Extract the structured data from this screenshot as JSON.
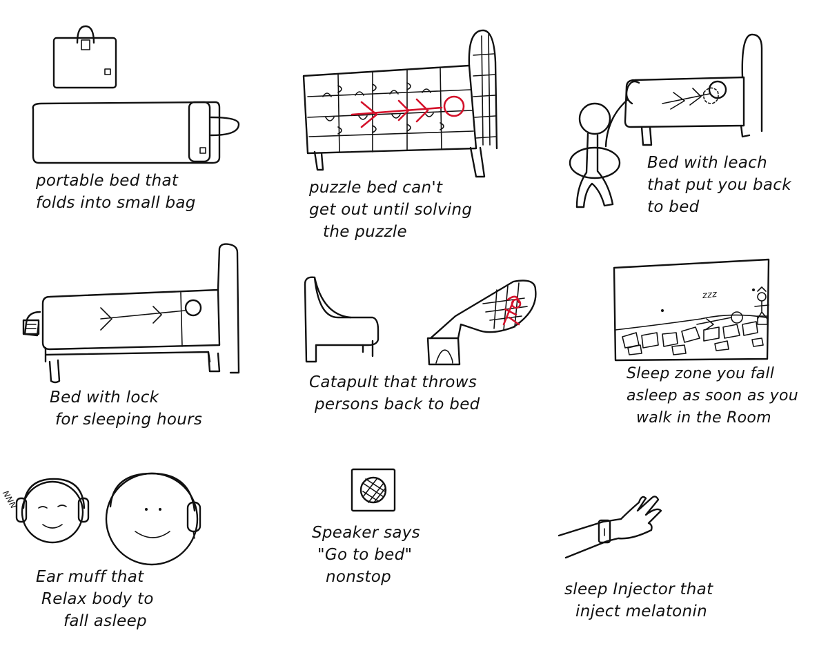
{
  "ideas": [
    {
      "lines": [
        "portable bed that",
        "folds into small bag"
      ]
    },
    {
      "lines": [
        "puzzle bed can't",
        "get out until solving",
        "the puzzle"
      ]
    },
    {
      "lines": [
        "Bed with leach",
        "that put you back",
        "to bed"
      ]
    },
    {
      "lines": [
        "Bed with lock",
        "for sleeping hours"
      ]
    },
    {
      "lines": [
        "Catapult that throws",
        "persons back to bed"
      ]
    },
    {
      "lines": [
        "Sleep zone you fall",
        "asleep as soon as you",
        "walk in the Room"
      ]
    },
    {
      "lines": [
        "Ear muff that",
        "Relax body to",
        "fall asleep"
      ]
    },
    {
      "lines": [
        "Speaker says",
        "\"Go to bed\"",
        "nonstop"
      ]
    },
    {
      "lines": [
        "sleep Injector that",
        "inject melatonin"
      ]
    }
  ],
  "sound_effects": {
    "snore_zone": "zzz",
    "snore_earmuff": "NNN"
  },
  "colors": {
    "ink": "#111111",
    "accent": "#d4112a",
    "paper": "#ffffff"
  }
}
